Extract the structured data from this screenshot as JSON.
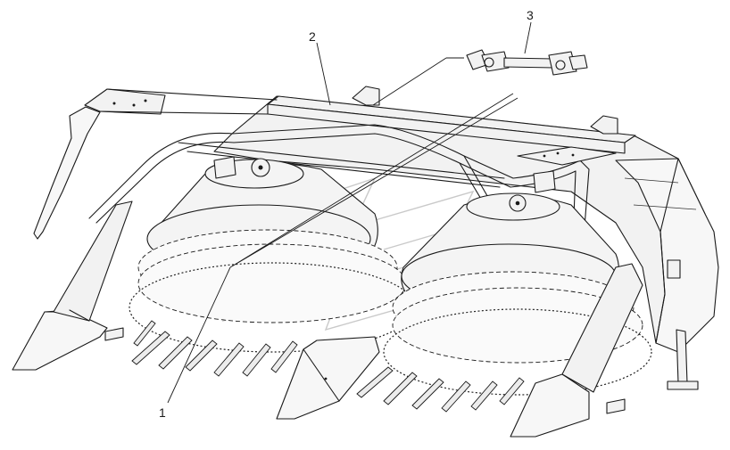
{
  "callouts": [
    {
      "id": "1",
      "label": "1"
    },
    {
      "id": "2",
      "label": "2"
    },
    {
      "id": "3",
      "label": "3"
    }
  ],
  "colors": {
    "line": "#1a1a1a",
    "fill": "#f2f2f2",
    "watermark": "#c9c9c9"
  }
}
